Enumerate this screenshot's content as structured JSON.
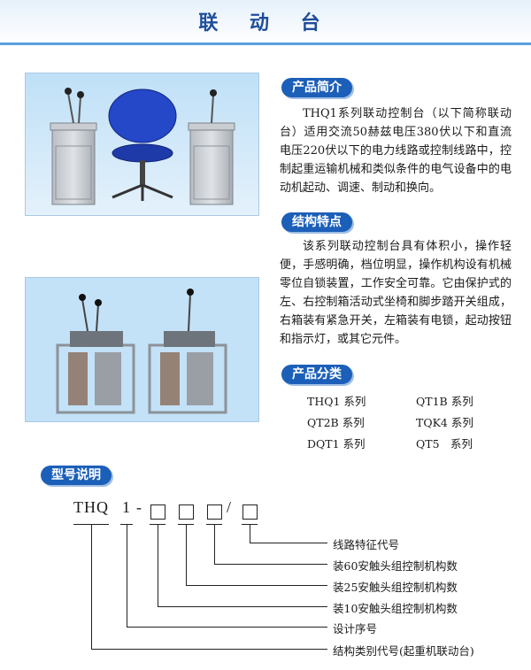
{
  "page": {
    "title": "联 动 台"
  },
  "intro": {
    "heading": "产品简介",
    "text": "THQ1系列联动控制台（以下简称联动台）适用交流50赫兹电压380伏以下和直流电压220伏以下的电力线路或控制线路中，控制起重运输机械和类似条件的电气设备中的电动机起动、调速、制动和换向。"
  },
  "structure": {
    "heading": "结构特点",
    "text": "该系列联动控制台具有体积小，操作轻便，手感明确，档位明显，操作机构设有机械零位自锁装置，工作安全可靠。它由保护式的左、右控制箱活动式坐椅和脚步踏开关组成，右箱装有紧急开关，左箱装有电锁，起动按钮和指示灯，或其它元件。"
  },
  "classification": {
    "heading": "产品分类",
    "items": [
      "THQ1 系列",
      "QT1B 系列",
      "QT2B 系列",
      "TQK4 系列",
      "DQT1 系列",
      "QT5　系列"
    ]
  },
  "model": {
    "heading": "型号说明",
    "prefix": "THQ",
    "digit": "1",
    "dash": "-",
    "slash": "/",
    "labels": [
      "线路特征代号",
      "装60安触头组控制机构数",
      "装25安触头组控制机构数",
      "装10安触头组控制机构数",
      "设计序号",
      "结构类别代号(起重机联动台)"
    ]
  }
}
